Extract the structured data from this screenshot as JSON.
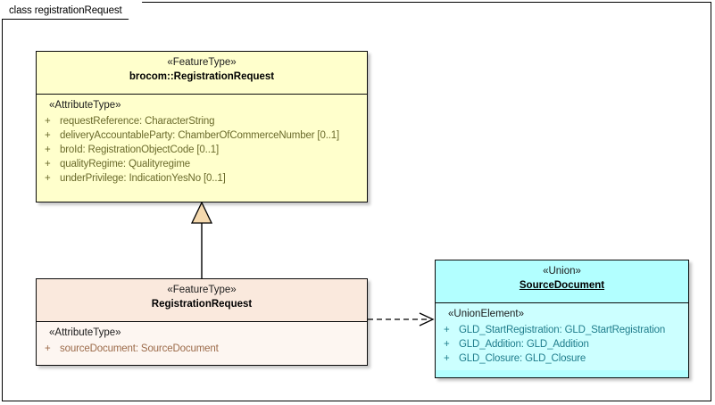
{
  "frame": {
    "tab_label": "class registrationRequest"
  },
  "colors": {
    "featuretype_fill": "#ffffcc",
    "subtype_header_fill": "#fae9dd",
    "subtype_body_fill": "#fdf6f1",
    "union_header_fill": "#b2ffff",
    "union_body_fill": "#ccffff",
    "generalization_arrow_fill": "#f5d9ae",
    "line": "#000000"
  },
  "classes": {
    "brocom_registration_request": {
      "stereotype": "«FeatureType»",
      "name": "brocom::RegistrationRequest",
      "compartment_stereotype": "«AttributeType»",
      "attributes": [
        {
          "visibility": "+",
          "text": "requestReference: CharacterString"
        },
        {
          "visibility": "+",
          "text": "deliveryAccountableParty: ChamberOfCommerceNumber [0..1]"
        },
        {
          "visibility": "+",
          "text": "broId: RegistrationObjectCode [0..1]"
        },
        {
          "visibility": "+",
          "text": "qualityRegime: Qualityregime"
        },
        {
          "visibility": "+",
          "text": "underPrivilege: IndicationYesNo [0..1]"
        }
      ]
    },
    "registration_request": {
      "stereotype": "«FeatureType»",
      "name": "RegistrationRequest",
      "compartment_stereotype": "«AttributeType»",
      "attributes": [
        {
          "visibility": "+",
          "text": "sourceDocument: SourceDocument"
        }
      ]
    },
    "source_document": {
      "stereotype": "«Union»",
      "name": "SourceDocument",
      "compartment_stereotype": "«UnionElement»",
      "attributes": [
        {
          "visibility": "+",
          "text": "GLD_StartRegistration: GLD_StartRegistration"
        },
        {
          "visibility": "+",
          "text": "GLD_Addition: GLD_Addition"
        },
        {
          "visibility": "+",
          "text": "GLD_Closure: GLD_Closure"
        }
      ]
    }
  },
  "connectors": [
    {
      "name": "generalization",
      "type": "generalization",
      "from": "RegistrationRequest",
      "to": "brocom::RegistrationRequest",
      "style": "solid-line-hollow-triangle"
    },
    {
      "name": "dependency",
      "type": "dependency",
      "from": "RegistrationRequest",
      "to": "SourceDocument",
      "style": "dashed-line-open-arrow"
    }
  ]
}
